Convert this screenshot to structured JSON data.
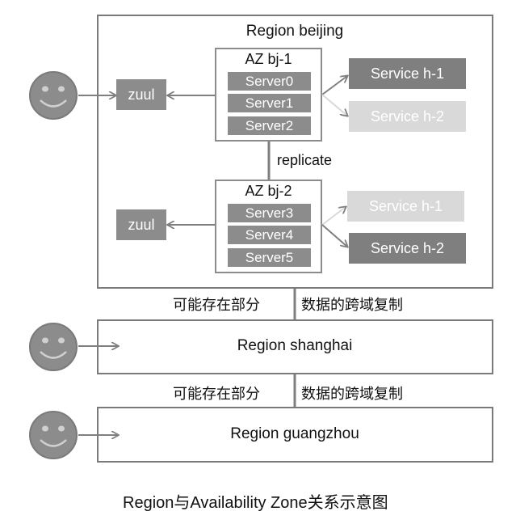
{
  "regions": {
    "beijing": {
      "title": "Region beijing",
      "az1": {
        "title": "AZ bj-1",
        "servers": [
          "Server0",
          "Server1",
          "Server2"
        ],
        "services": [
          "Service h-1",
          "Service h-2"
        ]
      },
      "az2": {
        "title": "AZ bj-2",
        "servers": [
          "Server3",
          "Server4",
          "Server5"
        ],
        "services": [
          "Service h-1",
          "Service h-2"
        ]
      },
      "zuul": [
        "zuul",
        "zuul"
      ],
      "replicate_label": "replicate"
    },
    "shanghai": {
      "title": "Region shanghai"
    },
    "guangzhou": {
      "title": "Region guangzhou"
    }
  },
  "links": {
    "partial_left": "可能存在部分",
    "partial_right": "数据的跨域复制"
  },
  "caption": "Region与Availability Zone关系示意图",
  "icons": {
    "user": "smiley-face-icon"
  },
  "colors": {
    "dark_box": "#7f7f7f",
    "light_box": "#d9d9d9",
    "border": "#7a7a7a"
  }
}
